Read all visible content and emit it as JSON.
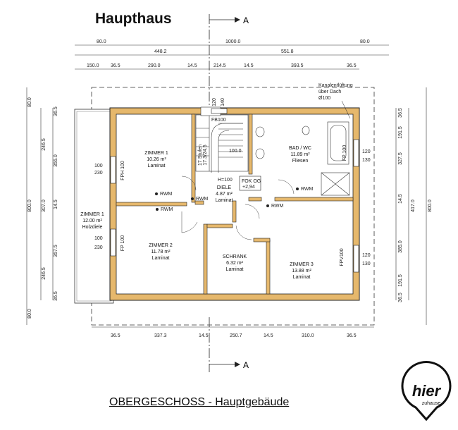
{
  "title": "Haupthaus",
  "subtitle": "OBERGESCHOSS - Hauptgebäude",
  "brand": {
    "word": "hier",
    "sub": "zuhause"
  },
  "section_marker": "A",
  "dims_top_row1": [
    "80.0",
    "1000.0",
    "80.0"
  ],
  "dims_top_row2": [
    "448.2",
    "551.8"
  ],
  "dims_top_row3": [
    "150.0",
    "36.5",
    "290.0",
    "14.5",
    "214.5",
    "14.5",
    "393.5",
    "36.5"
  ],
  "dims_bottom": [
    "36.5",
    "337.3",
    "14.5",
    "250.7",
    "14.5",
    "310.0",
    "36.5"
  ],
  "dims_left_outer": [
    "80.0",
    "800.0",
    "80.0"
  ],
  "dims_left_mid": [
    "246.5",
    "307.0",
    "246.5"
  ],
  "dims_left_inner": [
    "36.5",
    "355.0",
    "14.5",
    "357.5",
    "36.5"
  ],
  "dims_right_inner": [
    "36.5",
    "191.5",
    "327.5",
    "14.5",
    "385.0",
    "191.5",
    "36.5"
  ],
  "dims_right_mid": [
    "417.0"
  ],
  "dims_right_outer": [
    "800.0"
  ],
  "rooms": {
    "zimmer1": {
      "name": "ZIMMER 1",
      "area": "10.26 m²",
      "floor": "Laminat"
    },
    "zimmer2": {
      "name": "ZIMMER 2",
      "area": "11.78 m²",
      "floor": "Laminat"
    },
    "zimmer3": {
      "name": "ZIMMER 3",
      "area": "13.88 m²",
      "floor": "Laminat"
    },
    "schrank": {
      "name": "SCHRANK",
      "area": "6.32 m²",
      "floor": "Laminat"
    },
    "diele": {
      "name": "DIELE",
      "area": "4.87 m²",
      "floor": "Laminat"
    },
    "bad": {
      "name": "BAD / WC",
      "area": "11.89 m²",
      "floor": "Fliesen"
    },
    "balkon": {
      "name": "ZIMMER 1",
      "area": "12.00 m²",
      "floor": "Holzdiele"
    }
  },
  "labels": {
    "rwm": "RWM",
    "fok_og": "FOK OG",
    "fok_value": "+2,94",
    "h100": "H=100",
    "stair_value": "100.0",
    "stair_note1": "17 Stufen",
    "stair_note2": "17.3/24.5",
    "kanal1": "Kanalentlüftung",
    "kanal2": "über Dach",
    "kanal3": "Ø100",
    "fp": "FP 100",
    "fph": "FPH 100",
    "fpv": "FPV100",
    "fb": "FB100",
    "win_100": "100",
    "win_230": "230",
    "win_120": "120",
    "win_130": "130",
    "top_120": "120",
    "top_140": "140"
  }
}
